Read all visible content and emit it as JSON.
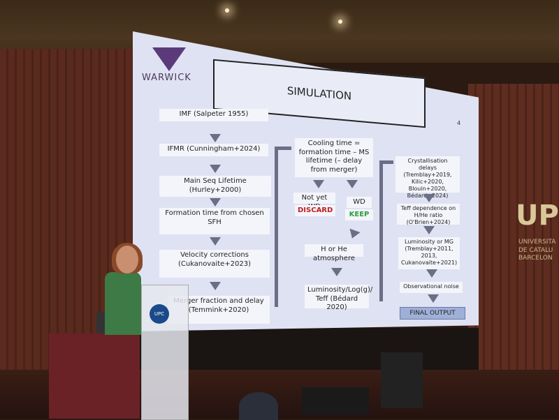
{
  "slide": {
    "logo": "WARWICK",
    "title": "SIMULATION",
    "slide_number": "4",
    "column1": [
      "IMF (Salpeter 1955)",
      "IFMR (Cunningham+2024)",
      "Main Seq Lifetime (Hurley+2000)",
      "Formation time from chosen SFH",
      "Velocity corrections (Cukanovaite+2023)",
      "Merger fraction and delay (Temmink+2020)"
    ],
    "column2": {
      "cooling": "Cooling time = formation time – MS lifetime (– delay from merger)",
      "not_wd": "Not yet WD",
      "discard": "DISCARD",
      "wd": "WD",
      "keep": "KEEP",
      "atmosphere": "H or He atmosphere",
      "luminosity": "Luminosity/Log(g)/ Teff (Bédard 2020)"
    },
    "column3": {
      "crystal": "Crystallisation delays (Tremblay+2019, Kilic+2020, Blouin+2020, Bédard+2024)",
      "teff": "Teff dependence on H/He ratio (O'Brien+2024)",
      "lum": "Luminosity or MG (Tremblay+2011, 2013, Cukanovaite+2021)",
      "noise": "Observational noise",
      "final": "FINAL OUTPUT"
    }
  },
  "venue": {
    "podium_logo": "UPC",
    "wall_logo": "UP",
    "wall_text": [
      "UNIVERSITA",
      "DE CATALU",
      "BARCELON"
    ]
  },
  "colors": {
    "discard": "#c02020",
    "keep": "#2aa03a",
    "logo": "#5b3a7a",
    "final_box": "#9fb0d8"
  }
}
